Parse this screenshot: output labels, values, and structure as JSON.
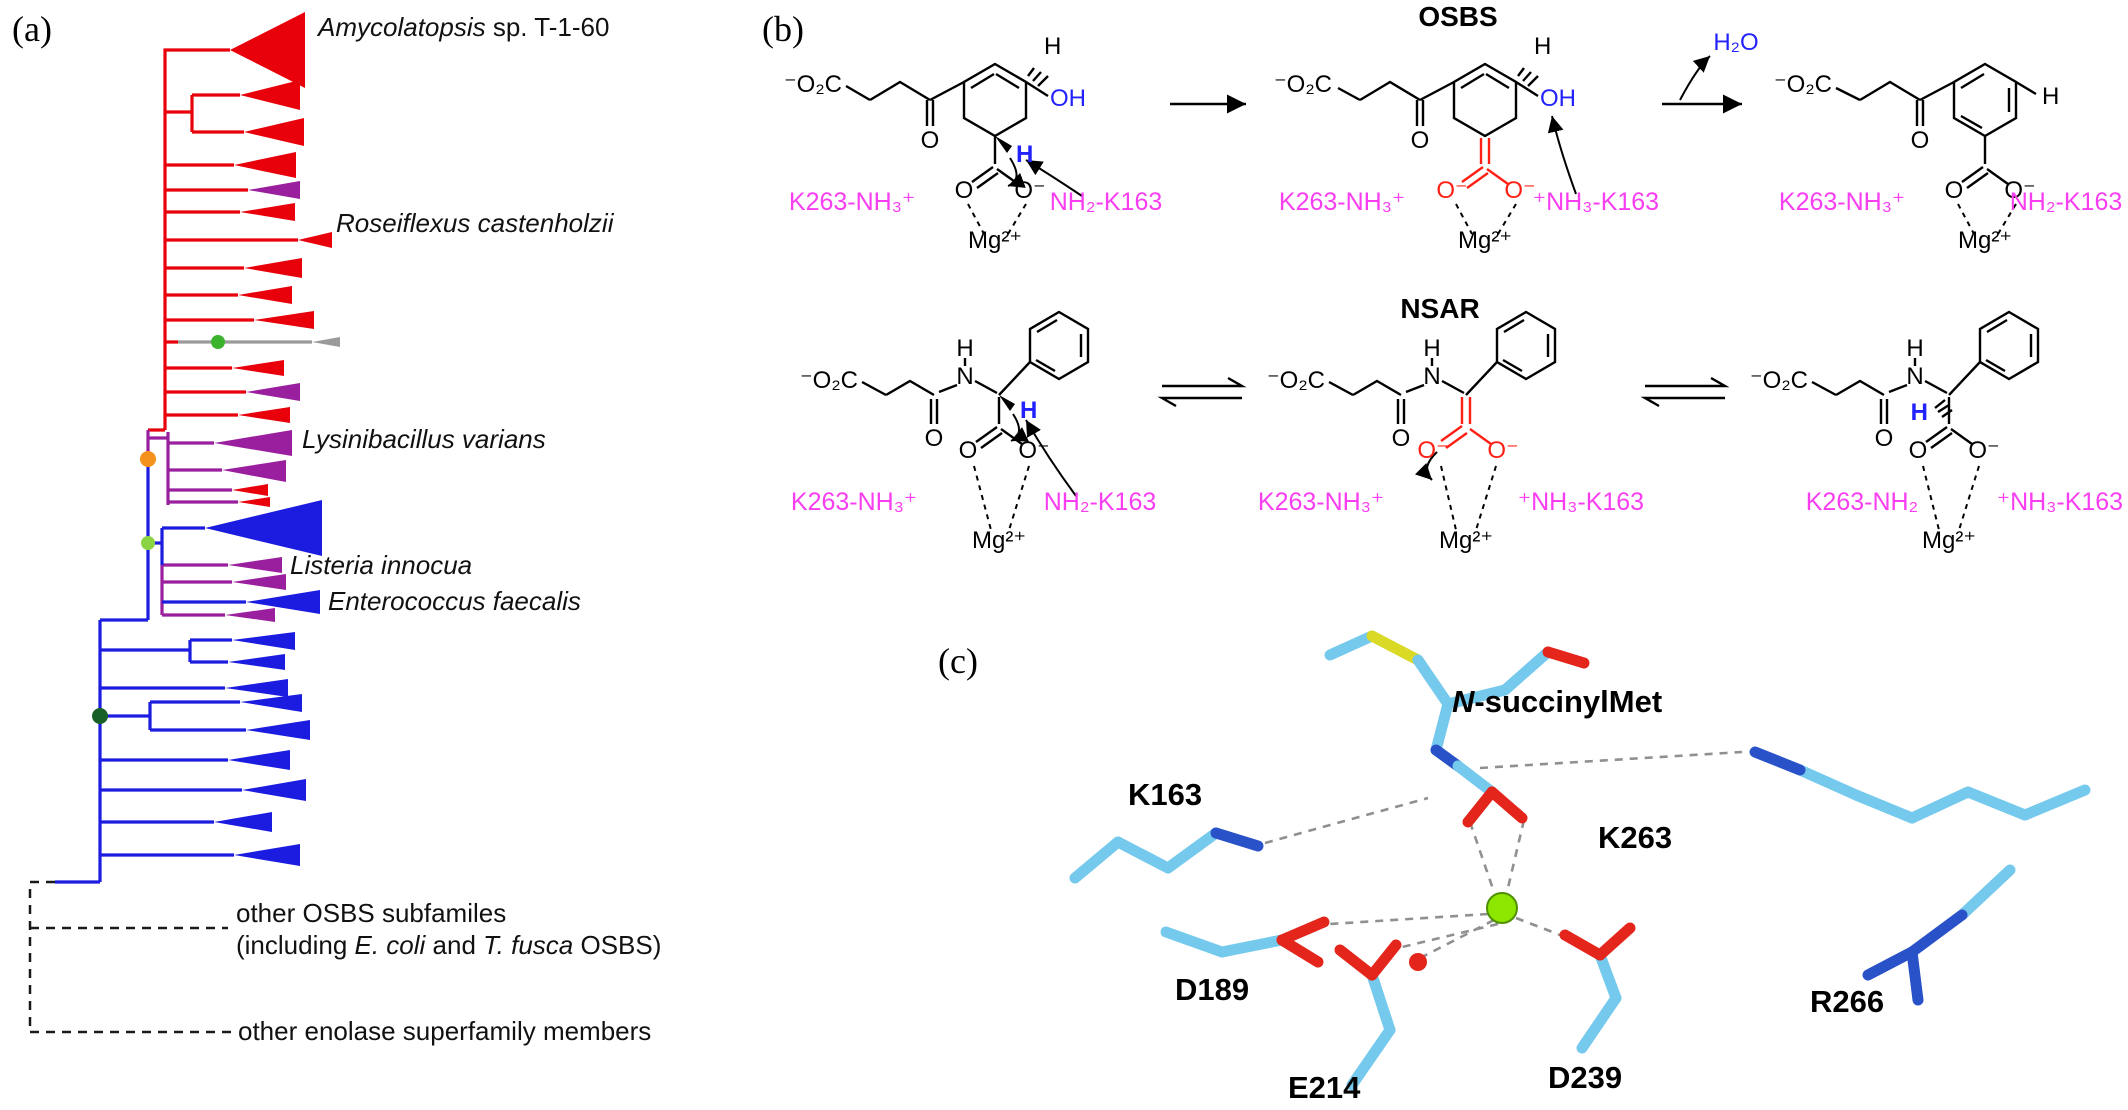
{
  "colors": {
    "clade_red": "#e8000b",
    "clade_purple": "#9a1f9e",
    "clade_blue": "#1c1ce0",
    "branch_gray": "#9a9a9a",
    "dot_green": "#3cb32c",
    "dot_orange": "#f5921e",
    "dot_light_green": "#8ad443",
    "dot_dark_green": "#176128",
    "label_magenta": "#f83ef0",
    "atom_blue": "#2222ff",
    "atom_red": "#ff2015",
    "mol_cyan": "#74c9ec",
    "mol_nitrogen_blue": "#2a52c8",
    "mol_oxygen_red": "#e4251b",
    "mol_sulfur_yellow": "#d9d926",
    "mg_green": "#8ce600"
  },
  "panel_a": {
    "tag": "(a)",
    "taxa": [
      {
        "italic": "Amycolatopsis",
        "roman": " sp. T-1-60"
      },
      {
        "italic": "Roseiflexus castenholzii",
        "roman": ""
      },
      {
        "italic": "Lysinibacillus varians",
        "roman": ""
      },
      {
        "italic": "Listeria innocua",
        "roman": ""
      },
      {
        "italic": "Enterococcus faecalis",
        "roman": ""
      }
    ],
    "outgroups": {
      "osbs_line1": "other OSBS subfamiles",
      "osbs_line2_parts": [
        "(including ",
        "E. coli",
        " and ",
        "T. fusca",
        " OSBS)"
      ],
      "enolase": "other enolase superfamily members"
    }
  },
  "panel_b": {
    "tag": "(b)",
    "osbs_title": "OSBS",
    "nsar_title": "NSAR",
    "water": "H₂O",
    "atoms": {
      "carboxylate": "⁻O₂C",
      "oxygen": "O",
      "oxygen_minus": "O⁻",
      "hydroxyl": "OH",
      "hydrogen": "H",
      "nitrogen": "N",
      "magnesium": "Mg²⁺"
    },
    "osbs_k_labels": [
      {
        "left": "K263-NH₃⁺",
        "right": "NH₂-K163"
      },
      {
        "left": "K263-NH₃⁺",
        "right": "⁺NH₃-K163"
      },
      {
        "left": "K263-NH₃⁺",
        "right": "NH₂-K163"
      }
    ],
    "nsar_k_labels": [
      {
        "left": "K263-NH₃⁺",
        "right": "NH₂-K163"
      },
      {
        "left": "K263-NH₃⁺",
        "right": "⁺NH₃-K163"
      },
      {
        "left": "K263-NH₂",
        "right": "⁺NH₃-K163"
      }
    ]
  },
  "panel_c": {
    "tag": "(c)",
    "ligand_italic": "N",
    "ligand_roman": "-succinylMet",
    "residues": [
      "K163",
      "K263",
      "D189",
      "R266",
      "E214",
      "D239"
    ]
  }
}
